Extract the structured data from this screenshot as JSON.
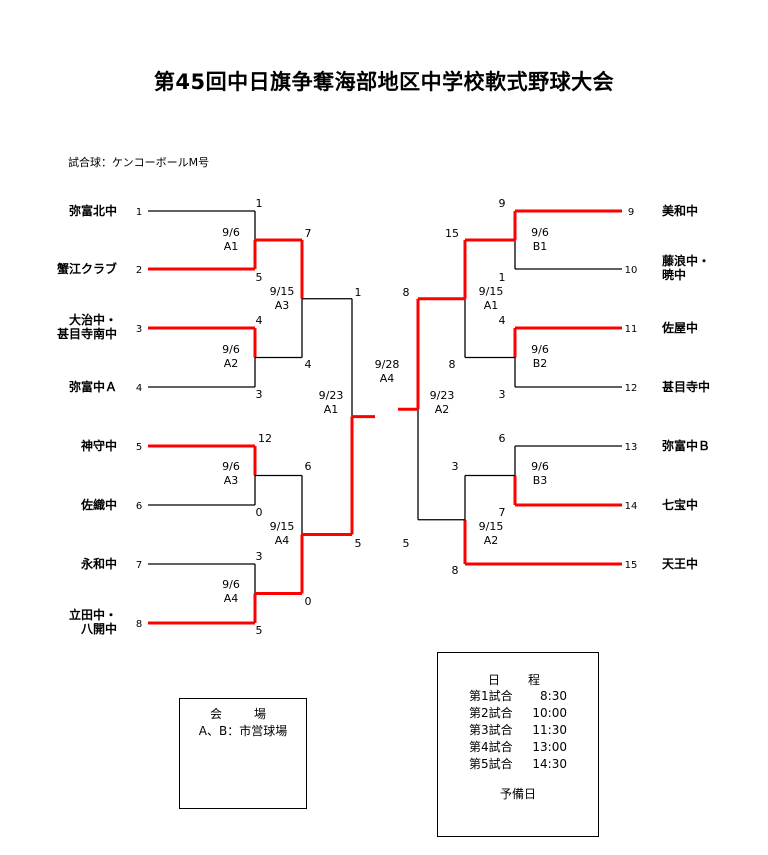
{
  "title": "第45回中日旗争奪海部地区中学校軟式野球大会",
  "ball_note": "試合球：ケンコーボールM号",
  "colors": {
    "win": "#ff0000",
    "line": "#000000"
  },
  "left_teams": [
    {
      "seed": "1",
      "lines": [
        "弥富北中"
      ]
    },
    {
      "seed": "2",
      "lines": [
        "蟹江クラブ"
      ]
    },
    {
      "seed": "3",
      "lines": [
        "大治中・",
        "甚目寺南中"
      ]
    },
    {
      "seed": "4",
      "lines": [
        "弥富中Ａ"
      ]
    },
    {
      "seed": "5",
      "lines": [
        "神守中"
      ]
    },
    {
      "seed": "6",
      "lines": [
        "佐織中"
      ]
    },
    {
      "seed": "7",
      "lines": [
        "永和中"
      ]
    },
    {
      "seed": "8",
      "lines": [
        "立田中・",
        "八開中"
      ]
    }
  ],
  "right_teams": [
    {
      "seed": "9",
      "lines": [
        "美和中"
      ]
    },
    {
      "seed": "10",
      "lines": [
        "藤浪中・",
        "暁中"
      ]
    },
    {
      "seed": "11",
      "lines": [
        "佐屋中"
      ]
    },
    {
      "seed": "12",
      "lines": [
        "甚目寺中"
      ]
    },
    {
      "seed": "13",
      "lines": [
        "弥富中Ｂ"
      ]
    },
    {
      "seed": "14",
      "lines": [
        "七宝中"
      ]
    },
    {
      "seed": "15",
      "lines": [
        "天王中"
      ]
    }
  ],
  "scores": {
    "L1": [
      "1",
      "5"
    ],
    "L2": [
      "4",
      "3"
    ],
    "L3": [
      "12",
      "0"
    ],
    "L4": [
      "3",
      "5"
    ],
    "L5": [
      "7",
      "4"
    ],
    "L6": [
      "6",
      "0"
    ],
    "L7": [
      "1",
      "5"
    ],
    "R1": [
      "9",
      "1"
    ],
    "R2": [
      "4",
      "3"
    ],
    "R3": [
      "6",
      "7"
    ],
    "R5": [
      "15",
      "8"
    ],
    "R6": [
      "3",
      "8"
    ],
    "R7": [
      "8",
      "5"
    ]
  },
  "match_info": {
    "L1": [
      "9/6",
      "A1"
    ],
    "L2": [
      "9/6",
      "A2"
    ],
    "L3": [
      "9/6",
      "A3"
    ],
    "L4": [
      "9/6",
      "A4"
    ],
    "L5": [
      "9/15",
      "A3"
    ],
    "L6": [
      "9/15",
      "A4"
    ],
    "L7": [
      "9/23",
      "A1"
    ],
    "R1": [
      "9/6",
      "B1"
    ],
    "R2": [
      "9/6",
      "B2"
    ],
    "R3": [
      "9/6",
      "B3"
    ],
    "R5": [
      "9/15",
      "A1"
    ],
    "R6": [
      "9/15",
      "A2"
    ],
    "R7": [
      "9/23",
      "A2"
    ],
    "F": [
      "9/28",
      "A4"
    ]
  },
  "venue": {
    "heading": "会　場",
    "text": "A、B：市営球場"
  },
  "schedule": {
    "heading": "日　程",
    "rows": [
      {
        "label": "第1試合",
        "time": "8:30"
      },
      {
        "label": "第2試合",
        "time": "10:00"
      },
      {
        "label": "第3試合",
        "time": "11:30"
      },
      {
        "label": "第4試合",
        "time": "13:00"
      },
      {
        "label": "第5試合",
        "time": "14:30"
      }
    ],
    "reserve": "予備日"
  }
}
